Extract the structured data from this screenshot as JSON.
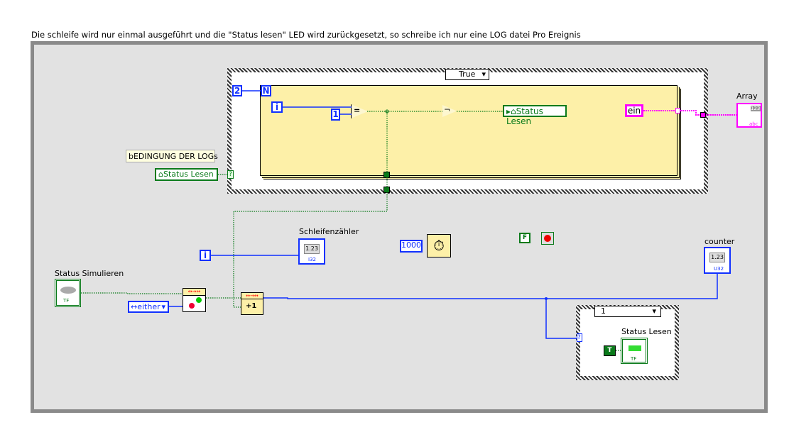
{
  "comment_text": "Die schleife wird nur einmal ausgeführt und die \"Status lesen\" LED wird zurückgesetzt, so schreibe ich nur eine LOG datei Pro Ereignis",
  "case_structure_top": {
    "selector": "True",
    "for_loop": {
      "count": "2",
      "count_terminal": "N",
      "iteration": "i",
      "compare_const": "1",
      "compare_op": "=",
      "not_op": "¬",
      "local_var": "Status Lesen",
      "string_const": "ein"
    },
    "selector_terminal": "?"
  },
  "array_indicator": {
    "label": "Array",
    "glyph": "123",
    "type": "abc"
  },
  "condition_label": "bEDINGUNG DER LOGs",
  "status_lesen_local": "Status Lesen",
  "schleifenzaehler": {
    "label": "Schleifenzähler",
    "value": "1.23",
    "type": "I32"
  },
  "iteration_terminal": "i",
  "wait_ms": "1000",
  "stop_const": "F",
  "counter": {
    "label": "counter",
    "value": "1.23",
    "type": "U32"
  },
  "status_simulieren": {
    "label": "Status Simulieren",
    "type": "TF"
  },
  "trigger_mode": "either",
  "increment_label": "+1",
  "case_structure_bottom": {
    "selector": "1",
    "selector_terminal": "?",
    "true_const": "T",
    "indicator_label": "Status Lesen",
    "indicator_type": "TF"
  },
  "colors": {
    "boolean": "#0a7a1a",
    "numeric": "#1030ff",
    "string": "#ff00ff",
    "loop_bg": "#fdf0a8"
  }
}
